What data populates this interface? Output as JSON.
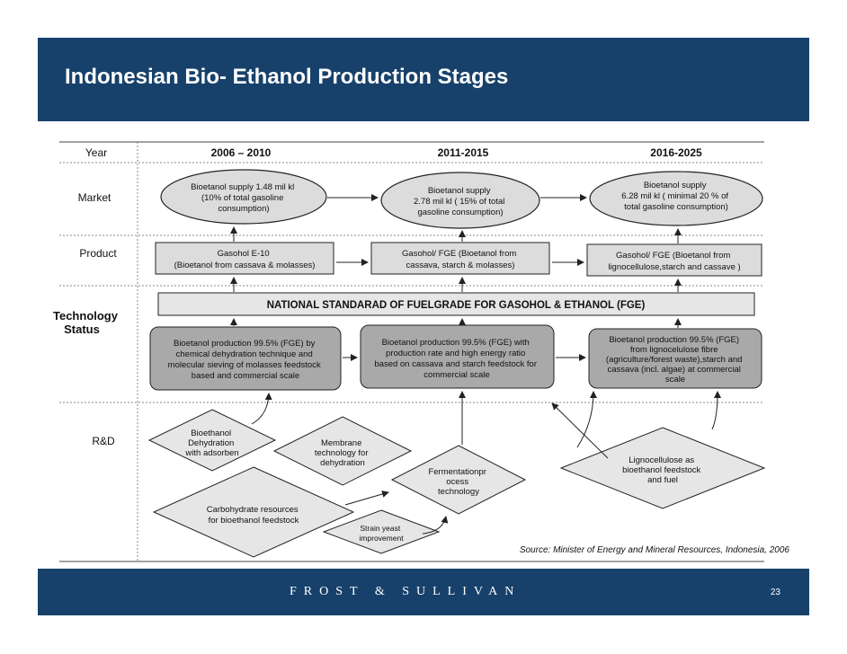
{
  "header": {
    "title": "Indonesian Bio- Ethanol Production Stages"
  },
  "footer": {
    "brand": "FROST & SULLIVAN",
    "page_number": "23"
  },
  "diagram": {
    "row_labels": {
      "year": "Year",
      "market": "Market",
      "product": "Product",
      "technology_1": "Technology",
      "technology_2": "Status",
      "rnd": "R&D"
    },
    "periods": [
      "2006 – 2010",
      "2011-2015",
      "2016-2025"
    ],
    "market": [
      [
        "Bioetanol supply 1.48 mil kl",
        "(10% of total gasoline",
        "consumption)"
      ],
      [
        "Bioetanol supply",
        "2.78 mil kl  ( 15% of total",
        "gasoline consumption)"
      ],
      [
        "Bioetanol supply",
        "6.28  mil kl  ( minimal 20 % of",
        "total gasoline consumption)"
      ]
    ],
    "product": [
      [
        "Gasohol E-10",
        "(Bioetanol from cassava & molasses)"
      ],
      [
        "Gasohol/ FGE   (Bioetanol from",
        "cassava, starch & molasses)"
      ],
      [
        "Gasohol/ FGE (Bioetanol from",
        "lignocellulose,starch and cassave )"
      ]
    ],
    "standard": "NATIONAL STANDARAD OF FUELGRADE FOR GASOHOL & ETHANOL (FGE)",
    "technology": [
      [
        "Bioetanol production  99.5% (FGE) by",
        "chemical dehydration technique and",
        "molecular sieving of molasses feedstock",
        "based  and commercial scale"
      ],
      [
        "Bioetanol production 99.5% (FGE) with",
        "production rate and high energy ratio",
        "based on cassava and starch feedstock for",
        "commercial scale"
      ],
      [
        "Bioetanol production 99.5% (FGE)",
        "from lignocelulose fibre",
        "(agriculture/forest  waste),starch and",
        "cassava (incl. algae) at commercial",
        "scale"
      ]
    ],
    "rnd": {
      "bioethanol_dehydration": [
        "Bioethanol",
        "Dehydration",
        "with adsorben"
      ],
      "membrane": [
        "Membrane",
        "technology for",
        "dehydration"
      ],
      "carbohydrate": [
        "Carbohydrate resources",
        "for bioethanol feedstock"
      ],
      "fermentation": [
        "Fermentationpr",
        "ocess",
        "technology"
      ],
      "strain_yeast": [
        "Strain yeast",
        "improvement"
      ],
      "lignocellulose": [
        "Lignocellulose as",
        "bioethanol feedstock",
        "and fuel"
      ]
    },
    "source": "Source: Minister of Energy and Mineral Resources, Indonesia, 2006"
  }
}
